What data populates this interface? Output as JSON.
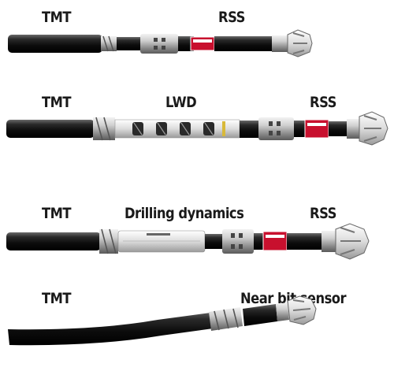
{
  "assemblies": [
    {
      "labels": {
        "a": "TMT",
        "b": "RSS"
      }
    },
    {
      "labels": {
        "a": "TMT",
        "b": "LWD",
        "c": "RSS"
      }
    },
    {
      "labels": {
        "a": "TMT",
        "b": "Drilling dynamics",
        "c": "RSS"
      }
    },
    {
      "labels": {
        "a": "TMT",
        "b": "Near bit sensor"
      }
    }
  ],
  "colors": {
    "pipe": "#101010",
    "steel": "#c4c4c4",
    "steel_dark": "#777777",
    "badge": "#c8102e",
    "label_text": "#1a1a1a"
  },
  "icons": [
    "drill-bit-icon",
    "stabilizer-icon",
    "rss-badge-icon"
  ]
}
